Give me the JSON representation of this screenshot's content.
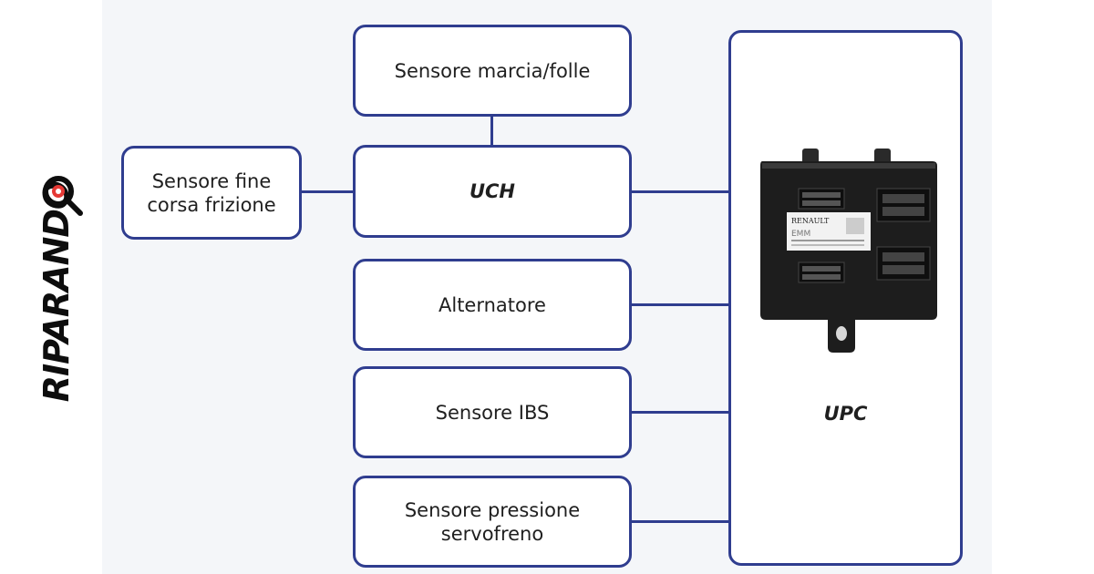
{
  "brand": {
    "logo_text": "RIPARANDO",
    "accent_color": "#e53935"
  },
  "diagram": {
    "line_color": "#2f3d8f",
    "nodes": {
      "sensore_marcia": "Sensore marcia/folle",
      "uch": "UCH",
      "sensore_frizione": "Sensore fine\ncorsa frizione",
      "alternatore": "Alternatore",
      "sensore_ibs": "Sensore IBS",
      "sensore_pressione": "Sensore pressione\nservofreno",
      "upc": "UPC"
    },
    "device_label": {
      "brand": "RENAULT",
      "model": "EMM"
    }
  }
}
